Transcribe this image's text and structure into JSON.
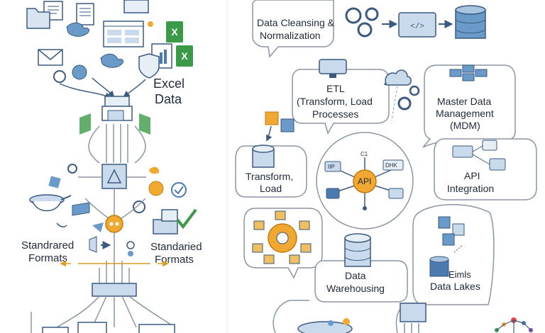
{
  "left_panel": {
    "excel_label_line1": "Excel",
    "excel_label_line2": "Data",
    "left_format_line1": "Standrared",
    "left_format_line2": "Formats",
    "right_format_line1": "Standaried",
    "right_format_line2": "Formats"
  },
  "right_panel": {
    "cleansing_line1": "Data Cleansing &",
    "cleansing_line2": "Normalization",
    "etl_line1": "ETL",
    "etl_line2": "(Transform, Load",
    "etl_line3": "Processes",
    "mdm_line1": "Master Data",
    "mdm_line2": "Management",
    "mdm_line3": "(MDM)",
    "transform_line1": "Transform,",
    "transform_line2": "Load",
    "api_center": "API",
    "api_integration_line1": "API",
    "api_integration_line2": "Integration",
    "warehouse_line1": "Data",
    "warehouse_line2": "Warehousing",
    "lakes_line1": "Eimls",
    "lakes_line2": "Data Lakes",
    "api_node_left": "IIP",
    "api_node_right": "DHK",
    "api_node_top": "C1"
  },
  "colors": {
    "navy": "#3a5a80",
    "blue": "#4a7ab0",
    "light_blue": "#c8daec",
    "orange": "#f0a830",
    "green": "#3a9a48",
    "gray": "#8a96a3"
  }
}
